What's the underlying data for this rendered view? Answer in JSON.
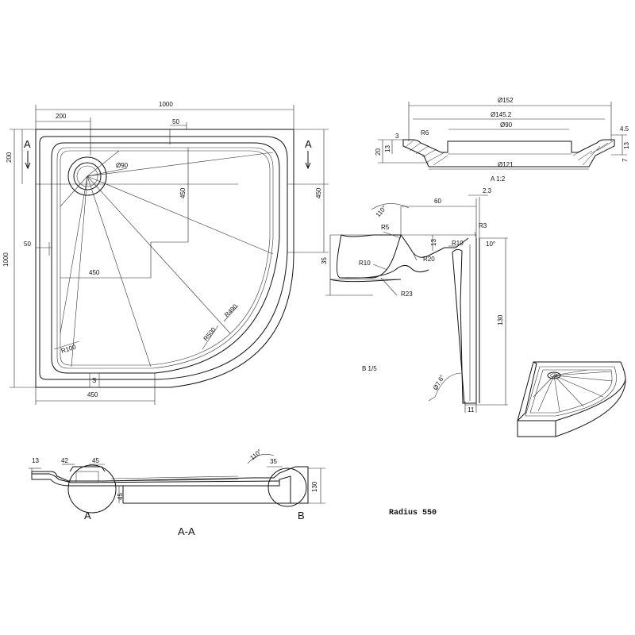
{
  "plan": {
    "dims": {
      "width": "1000",
      "offset_200": "200",
      "offset_50_top": "50",
      "side_200": "200",
      "side_1000": "1000",
      "side_50": "50",
      "right_450": "450",
      "inner_450_v": "450",
      "inner_450_h": "450",
      "bottom_450": "450",
      "drain": "Ø90",
      "r100": "R100",
      "r500": "R500",
      "r490": "R490",
      "s_mark": "S"
    },
    "section_marks": {
      "a_left": "A",
      "a_right": "A"
    }
  },
  "detail_a": {
    "label": "A    1:2",
    "dims": {
      "d152": "Ø152",
      "d145": "Ø145.2",
      "d90": "Ø90",
      "d121": "Ø121",
      "r6": "R6",
      "h20": "20",
      "h13": "13",
      "h7": "7",
      "h3": "3",
      "r45": "4.5",
      "r13": "13",
      "r7": "7"
    }
  },
  "detail_b": {
    "label": "B    1/5",
    "dims": {
      "a110": "110°",
      "w60": "60",
      "w23": "2.3",
      "r5": "R5",
      "r3": "R3",
      "h13": "13",
      "r10a": "R10",
      "a10": "10°",
      "h35": "35",
      "r10b": "R10",
      "r20": "R20",
      "r23": "R23",
      "h130": "130",
      "a76": "Ø7.6°",
      "w11": "11"
    }
  },
  "section_aa": {
    "label": "A-A",
    "mark_a": "A",
    "mark_b": "B",
    "dims": {
      "d13": "13",
      "d42": "42",
      "d45": "45",
      "a110": "110°",
      "d35": "35",
      "d45b": "45",
      "d130": "130"
    }
  },
  "caption": "Radius 550"
}
